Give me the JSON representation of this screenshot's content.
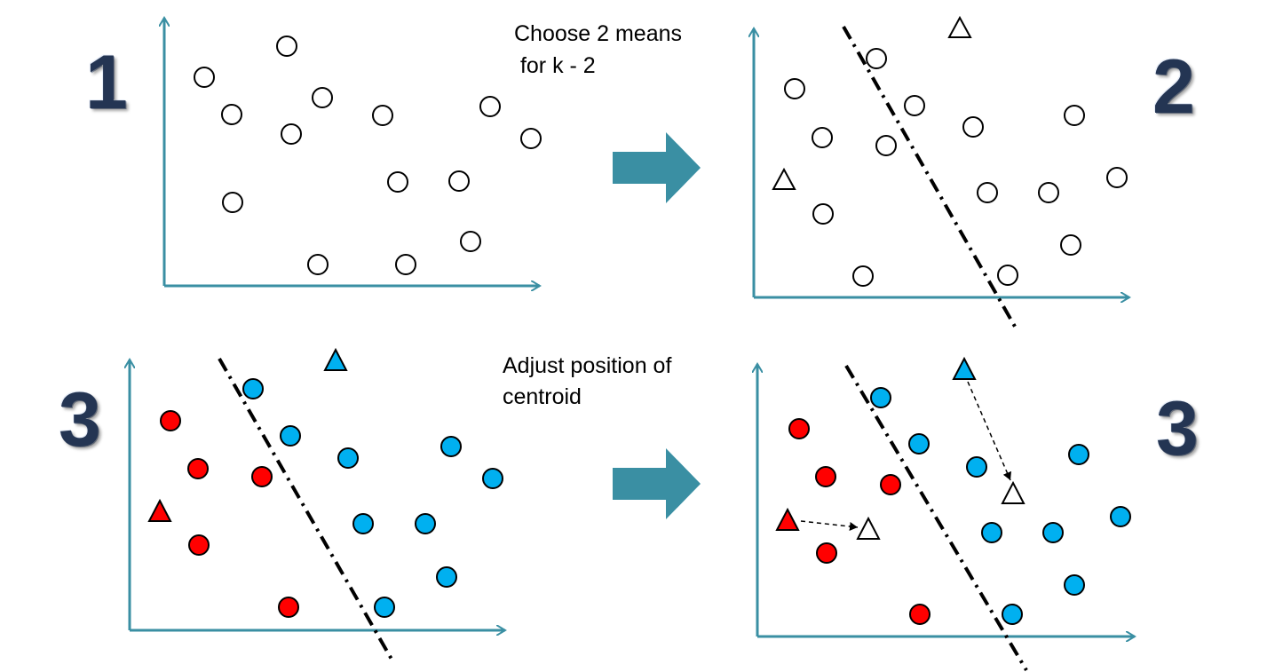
{
  "step_labels": {
    "panel1": "1",
    "panel2": "2",
    "panel3": "3",
    "panel4": "3"
  },
  "captions": {
    "top_line1": "Choose 2 means",
    "top_line2": " for k - 2",
    "bottom_line1": "Adjust position of",
    "bottom_line2": "centroid"
  },
  "colors": {
    "axis": "#3a8fa3",
    "arrow": "#3a8fa3",
    "cluster_red": "#ff0000",
    "cluster_blue": "#00b0f0",
    "unassigned": "#ffffff",
    "outline": "#000000"
  }
}
